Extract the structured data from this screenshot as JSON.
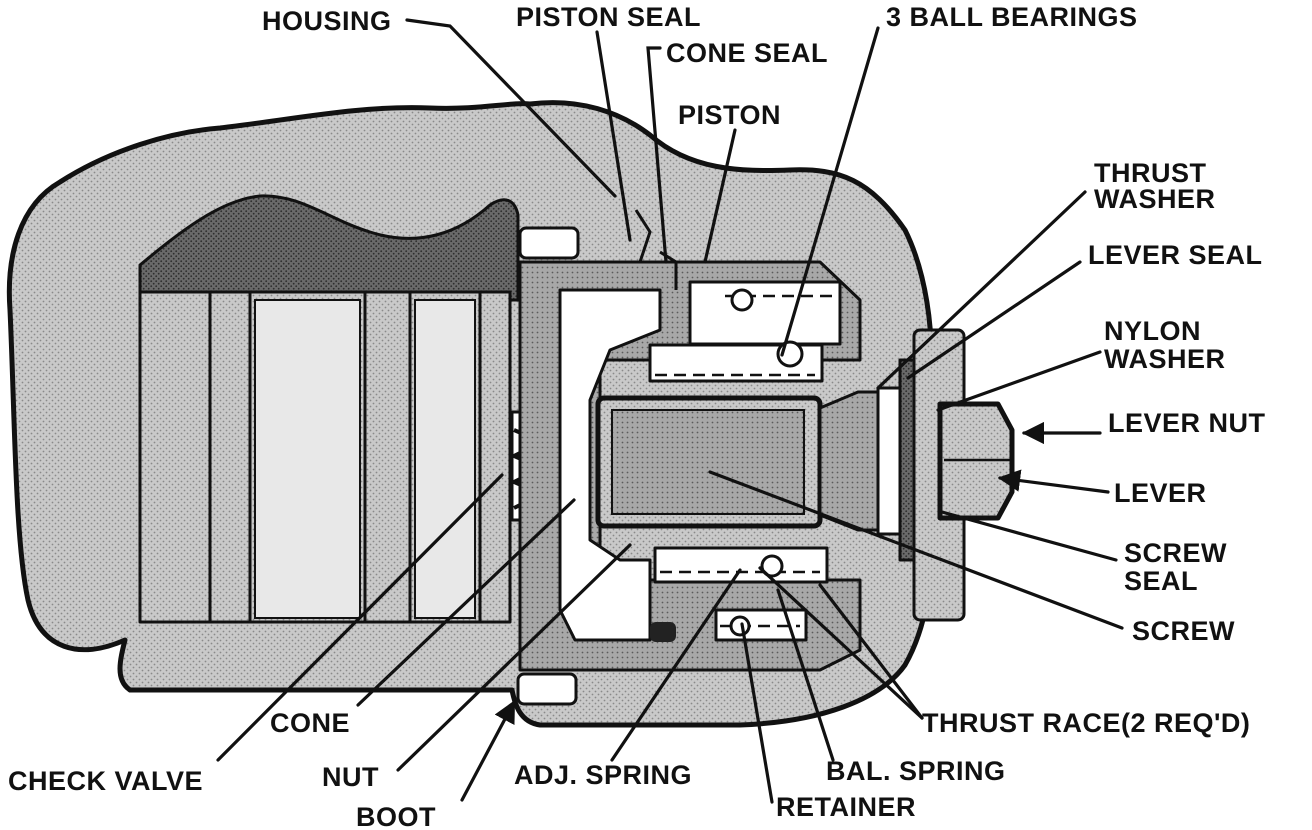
{
  "diagram": {
    "labels": {
      "housing": "HOUSING",
      "piston_seal": "PISTON SEAL",
      "cone_seal": "CONE SEAL",
      "piston": "PISTON",
      "ball_bearings": "3 BALL BEARINGS",
      "thrust_washer_1": "THRUST",
      "thrust_washer_2": "WASHER",
      "lever_seal": "LEVER SEAL",
      "nylon_washer_1": "NYLON",
      "nylon_washer_2": "WASHER",
      "lever_nut": "LEVER NUT",
      "lever": "LEVER",
      "screw_seal_1": "SCREW",
      "screw_seal_2": "SEAL",
      "screw": "SCREW",
      "thrust_race": "THRUST RACE(2 REQ'D)",
      "bal_spring": "BAL. SPRING",
      "retainer": "RETAINER",
      "adj_spring": "ADJ. SPRING",
      "boot": "BOOT",
      "nut": "NUT",
      "cone": "CONE",
      "check_valve": "CHECK VALVE"
    },
    "colors": {
      "ink": "#111111",
      "light_fill": "#c4c4c4",
      "mid_fill": "#9a9a9a",
      "dark_fill": "#555555",
      "paper": "#ffffff"
    }
  }
}
